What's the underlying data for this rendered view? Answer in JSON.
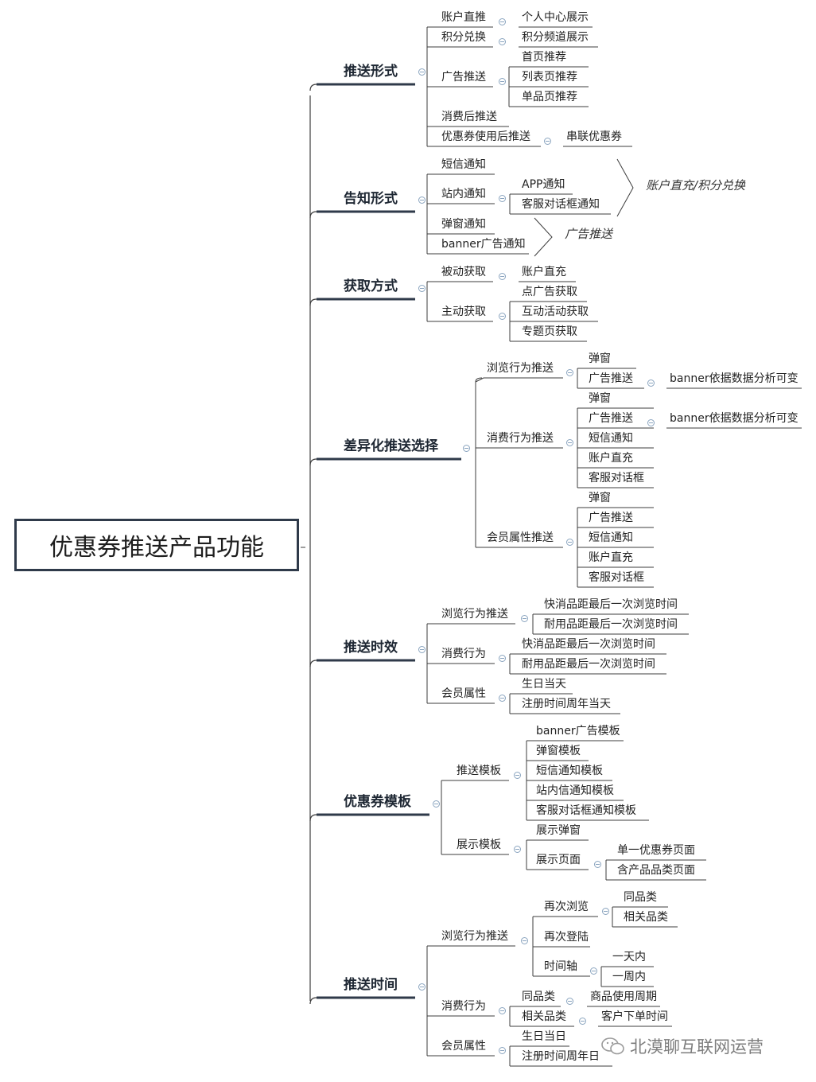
{
  "root": {
    "title": "优惠券推送产品功能"
  },
  "watermark": {
    "text": "北漠聊互联网运营"
  },
  "sections": [
    {
      "title": "推送形式",
      "items": [
        {
          "label": "账户直推",
          "child": "个人中心展示"
        },
        {
          "label": "积分兑换",
          "child": "积分频道展示"
        },
        {
          "label": "广告推送",
          "children": [
            "首页推荐",
            "列表页推荐",
            "单品页推荐"
          ]
        },
        {
          "label": "消费后推送"
        },
        {
          "label": "优惠券使用后推送",
          "child": "串联优惠券"
        }
      ]
    },
    {
      "title": "告知形式",
      "items": [
        {
          "label": "短信通知"
        },
        {
          "label": "站内通知",
          "children": [
            "APP通知",
            "客服对话框通知"
          ]
        },
        {
          "label": "弹窗通知"
        },
        {
          "label": "banner广告通知"
        }
      ],
      "notes": [
        "账户直充/积分兑换",
        "广告推送"
      ]
    },
    {
      "title": "获取方式",
      "items": [
        {
          "label": "被动获取",
          "child": "账户直充"
        },
        {
          "label": "主动获取",
          "children": [
            "点广告获取",
            "互动活动获取",
            "专题页获取"
          ]
        }
      ]
    },
    {
      "title": "差异化推送选择",
      "items": [
        {
          "label": "浏览行为推送",
          "children": [
            "弹窗",
            "广告推送"
          ],
          "grandchild": "banner依据数据分析可变"
        },
        {
          "label": "消费行为推送",
          "children": [
            "弹窗",
            "广告推送",
            "短信通知",
            "账户直充",
            "客服对话框"
          ],
          "grandchild": "banner依据数据分析可变"
        },
        {
          "label": "会员属性推送",
          "children": [
            "弹窗",
            "广告推送",
            "短信通知",
            "账户直充",
            "客服对话框"
          ]
        }
      ]
    },
    {
      "title": "推送时效",
      "items": [
        {
          "label": "浏览行为推送",
          "children": [
            "快消品距最后一次浏览时间",
            "耐用品距最后一次浏览时间"
          ]
        },
        {
          "label": "消费行为",
          "children": [
            "快消品距最后一次浏览时间",
            "耐用品距最后一次浏览时间"
          ]
        },
        {
          "label": "会员属性",
          "children": [
            "生日当天",
            "注册时间周年当天"
          ]
        }
      ]
    },
    {
      "title": "优惠券模板",
      "items": [
        {
          "label": "推送模板",
          "children": [
            "banner广告模板",
            "弹窗模板",
            "短信通知模板",
            "站内信通知模板",
            "客服对话框通知模板"
          ]
        },
        {
          "label": "展示模板",
          "children": [
            "展示弹窗",
            "展示页面"
          ],
          "grandchildren": [
            "单一优惠券页面",
            "含产品品类页面"
          ]
        }
      ]
    },
    {
      "title": "推送时间",
      "items": [
        {
          "label": "浏览行为推送",
          "children": [
            "再次浏览",
            "再次登陆",
            "时间轴"
          ],
          "browse_sub": [
            "同品类",
            "相关品类"
          ],
          "time_sub": [
            "一天内",
            "一周内"
          ]
        },
        {
          "label": "消费行为",
          "children": [
            "同品类",
            "相关品类"
          ],
          "grandchildren": [
            "商品使用周期",
            "客户下单时间"
          ]
        },
        {
          "label": "会员属性",
          "children": [
            "生日当日",
            "注册时间周年日"
          ]
        }
      ]
    }
  ]
}
